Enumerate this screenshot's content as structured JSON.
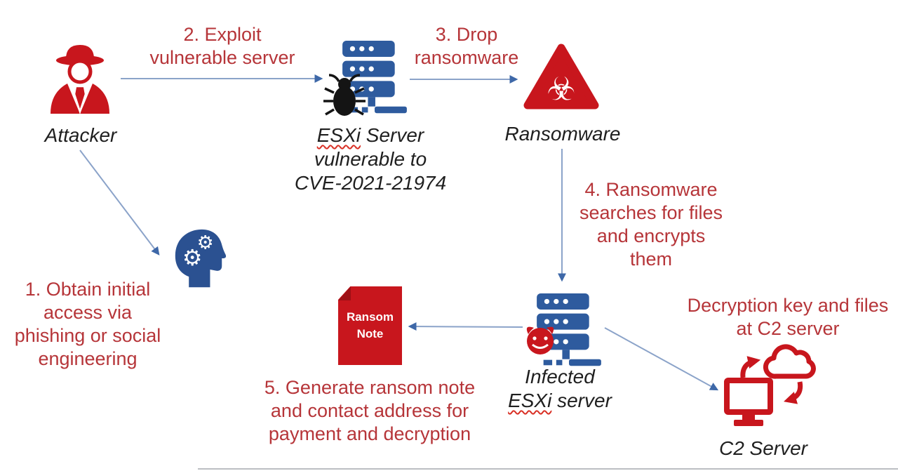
{
  "colors": {
    "step_text": "#b63539",
    "icon_red": "#c8161d",
    "icon_red_dark": "#9e1016",
    "server_blue": "#2e5b9e",
    "head_blue": "#2b5191",
    "label_text": "#1f1f1f",
    "arrow_line": "#8ba3c9",
    "arrow_head": "#3e68a8",
    "spellcheck_red": "#d93025",
    "bug_black": "#141414",
    "note_text": "#ffffff",
    "bottom_line": "#85898f"
  },
  "steps": {
    "step1": {
      "lines": [
        "1. Obtain initial",
        "access via",
        "phishing or social",
        "engineering"
      ]
    },
    "step2": {
      "lines": [
        "2. Exploit",
        "vulnerable server"
      ]
    },
    "step3": {
      "lines": [
        "3. Drop",
        "ransomware"
      ]
    },
    "step4": {
      "lines": [
        "4. Ransomware",
        "searches for files",
        "and encrypts",
        "them"
      ]
    },
    "step5": {
      "lines": [
        "5. Generate ransom note",
        "and contact address for",
        "payment and decryption"
      ]
    },
    "c2_note": {
      "lines": [
        "Decryption key and files",
        "at C2 server"
      ]
    }
  },
  "labels": {
    "attacker": "Attacker",
    "esxi_line1_word": "ESXi",
    "esxi_line1_rest": " Server",
    "esxi_line2": "vulnerable to",
    "esxi_line3": "CVE-2021-21974",
    "ransomware": "Ransomware",
    "infected_line1": "Infected",
    "infected_line2_word": "ESXi",
    "infected_line2_rest": " server",
    "c2_server": "C2 Server",
    "ransom_note_line1": "Ransom",
    "ransom_note_line2": "Note"
  },
  "icons": {
    "attacker": "spy-icon",
    "esxi_server": "server-icon",
    "bug": "bug-icon",
    "ransomware": "biohazard-triangle-icon",
    "brain": "head-gears-icon",
    "infected_server": "server-icon",
    "devil": "devil-face-icon",
    "ransom_note": "document-icon",
    "c2": "monitor-cloud-sync-icon",
    "biohazard_glyph": "☣",
    "gear_glyph": "⚙"
  }
}
